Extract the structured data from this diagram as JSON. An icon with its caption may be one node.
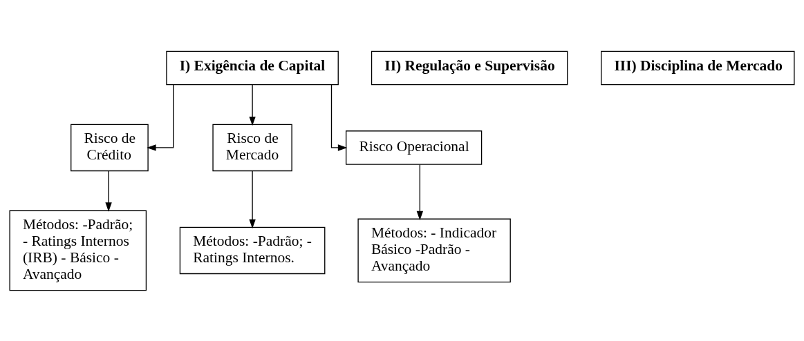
{
  "diagram": {
    "nodes": [
      {
        "text": [
          "I) Exigência de Capital"
        ]
      },
      {
        "text": [
          "II) Regulação e Supervisão"
        ]
      },
      {
        "text": [
          "III) Disciplina de Mercado"
        ]
      },
      {
        "text": [
          "Risco de Crédito"
        ]
      },
      {
        "text": [
          "Risco de Mercado"
        ]
      },
      {
        "text": [
          "Risco Operacional"
        ]
      },
      {
        "text": [
          "Métodos: -Padrão; - Ratings Internos (IRB) - Básico - Avançado"
        ]
      },
      {
        "text": [
          "Métodos: -Padrão; - Ratings Internos."
        ]
      },
      {
        "text": [
          "Métodos: - Indicador Básico -Padrão - Avançado"
        ]
      }
    ],
    "edges": [
      {
        "from": 0,
        "to": 3,
        "arrow": "to"
      },
      {
        "from": 0,
        "to": 4,
        "arrow": "to"
      },
      {
        "from": 0,
        "to": 5,
        "arrow": "to"
      },
      {
        "from": 3,
        "to": 6,
        "arrow": "to"
      },
      {
        "from": 4,
        "to": 7,
        "arrow": "to"
      },
      {
        "from": 5,
        "to": 8,
        "arrow": "to"
      }
    ]
  }
}
